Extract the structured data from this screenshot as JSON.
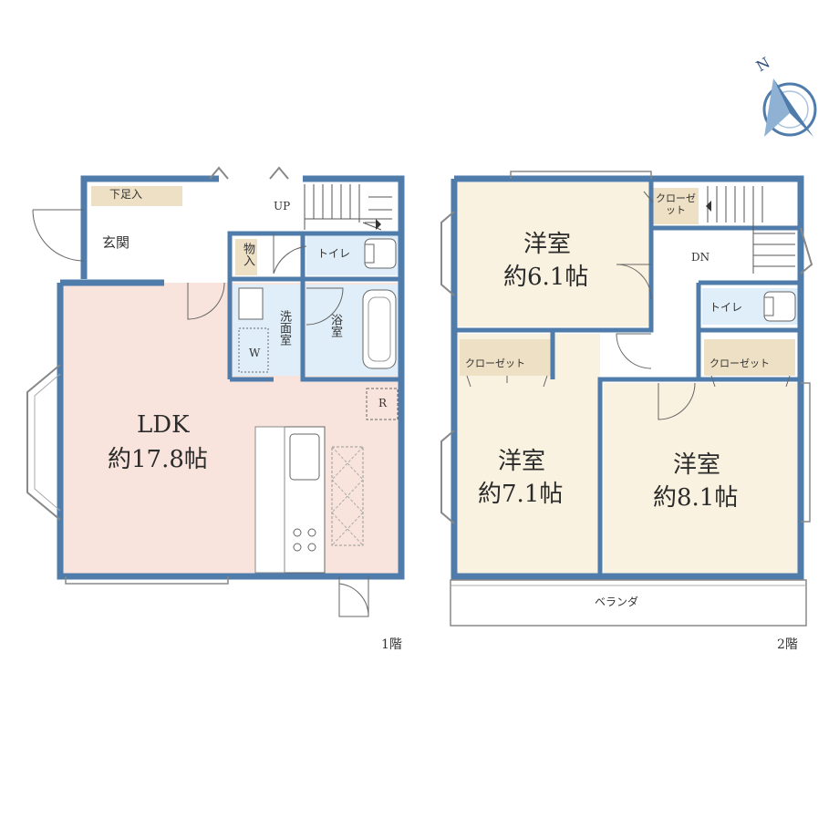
{
  "floor1": {
    "floor_label": "1階",
    "rooms": {
      "ldk_name": "LDK",
      "ldk_size": "約17.8帖",
      "genkan": "玄関",
      "geta": "下足入",
      "toilet": "トイレ",
      "storage": "物入",
      "senmen": "洗面室",
      "yokushitsu": "浴室",
      "up": "UP",
      "washer": "W",
      "fridge": "R"
    }
  },
  "floor2": {
    "floor_label": "2階",
    "rooms": {
      "room_a_name": "洋室",
      "room_a_size": "約6.1帖",
      "room_b_name": "洋室",
      "room_b_size": "約7.1帖",
      "room_c_name": "洋室",
      "room_c_size": "約8.1帖",
      "closet_top": "クローゼット",
      "closet_b": "クローゼット",
      "closet_c": "クローゼット",
      "toilet": "トイレ",
      "dn": "DN",
      "veranda": "ベランダ"
    }
  },
  "compass": {
    "north": "N"
  },
  "colors": {
    "wall": "#4f7cab",
    "ldk_fill": "#f8e4dc",
    "room_fill": "#f9f2e0",
    "wet_fill": "#dfeef8",
    "closet_fill": "#eee0c4"
  }
}
